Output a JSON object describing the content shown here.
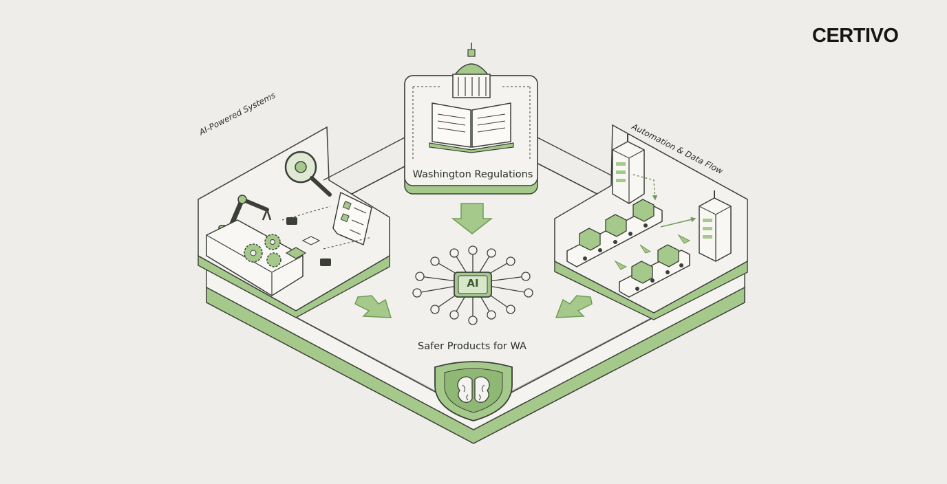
{
  "brand": {
    "name": "CERTIVO"
  },
  "diagram": {
    "top_box": {
      "label": "Washington Regulations",
      "icons": [
        "capitol-icon",
        "open-book-icon"
      ]
    },
    "left_platform": {
      "label": "AI-Powered Systems",
      "icons": [
        "robot-arm-icon",
        "gears-icon",
        "magnifier-icon",
        "checklist-document-icon",
        "chip-icon"
      ]
    },
    "right_platform": {
      "label": "Automation & Data Flow",
      "icons": [
        "server-tower-icon",
        "conveyor-belt-icon",
        "box-icon"
      ]
    },
    "hub": {
      "chip_label": "AI",
      "icon": "ai-network-hub-icon"
    },
    "outcome": {
      "label": "Safer Products for WA",
      "icon": "brain-shield-icon"
    },
    "colors": {
      "accent": "#a5c98b",
      "accent_dark": "#6f9a55",
      "line": "#3b3f38",
      "background": "#eeede9"
    }
  }
}
